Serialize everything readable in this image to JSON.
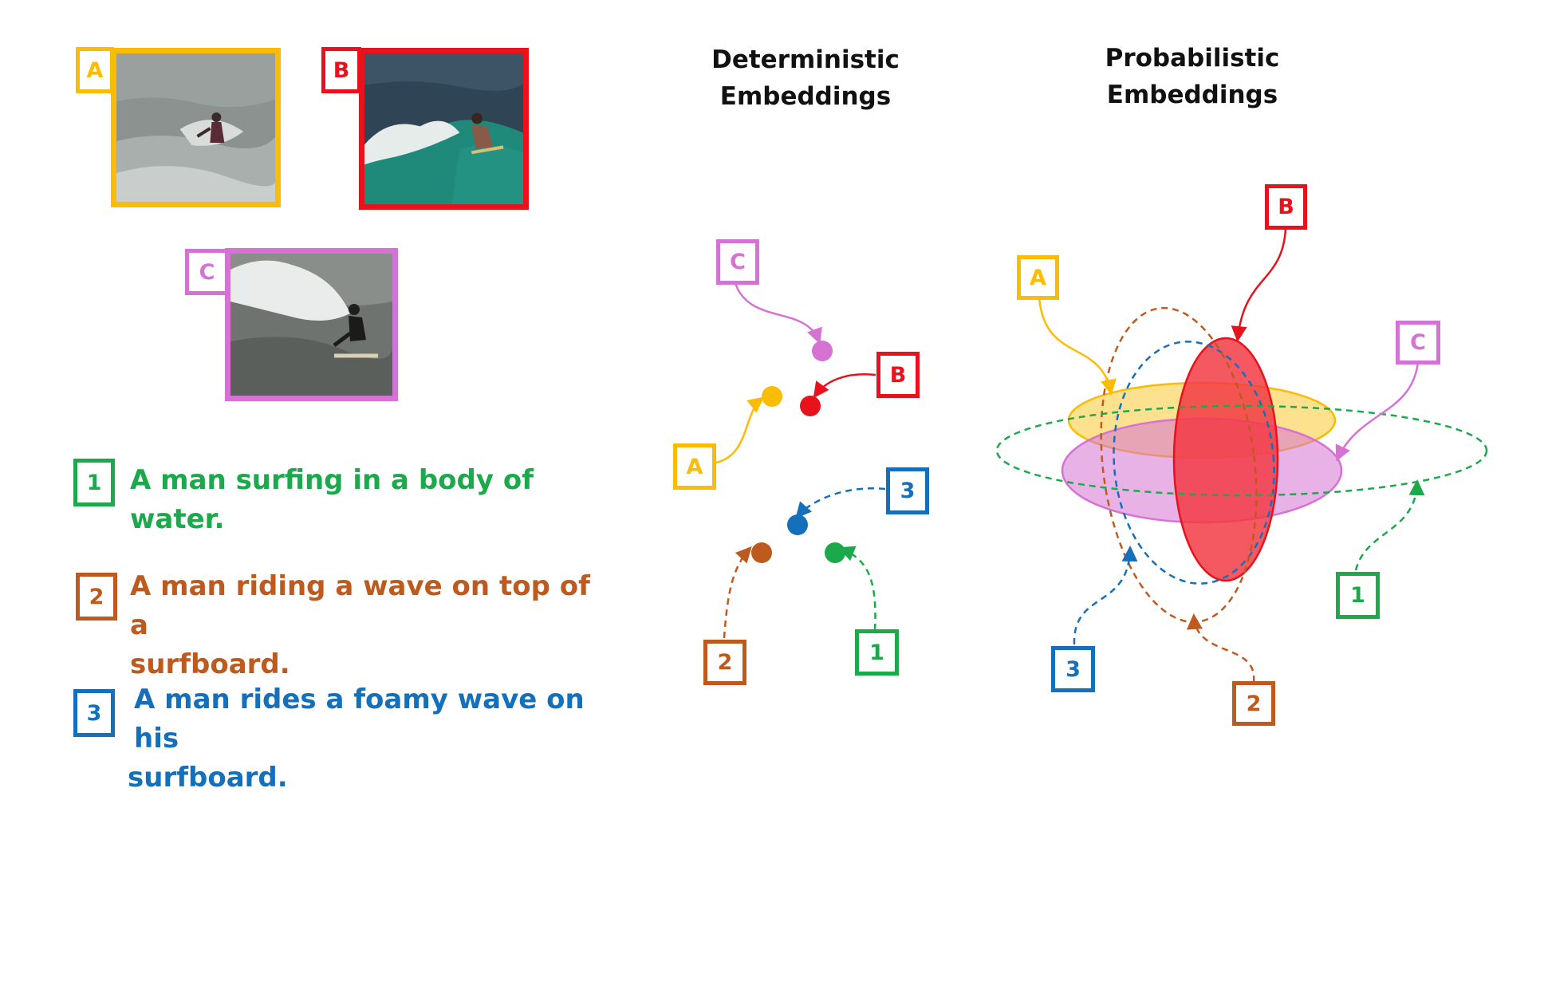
{
  "colors": {
    "A": "#FBBC05",
    "B": "#E8121C",
    "C": "#D572D3",
    "1": "#1BA94C",
    "2": "#BE5A1E",
    "3": "#1570BB"
  },
  "headings": {
    "deterministic": [
      "Deterministic",
      "Embeddings"
    ],
    "probabilistic": [
      "Probabilistic",
      "Embeddings"
    ]
  },
  "images": [
    {
      "label": "A"
    },
    {
      "label": "B"
    },
    {
      "label": "C"
    }
  ],
  "captions": [
    {
      "label": "1",
      "lines": [
        "A man surfing in a body of water."
      ]
    },
    {
      "label": "2",
      "lines": [
        "A man riding a wave on top of a",
        "surfboard."
      ]
    },
    {
      "label": "3",
      "lines": [
        "A man rides a foamy wave on his",
        "surfboard."
      ]
    }
  ],
  "deterministic_labels": [
    "C",
    "B",
    "A",
    "3",
    "2",
    "1"
  ],
  "probabilistic_labels": [
    "B",
    "A",
    "C",
    "1",
    "3",
    "2"
  ]
}
